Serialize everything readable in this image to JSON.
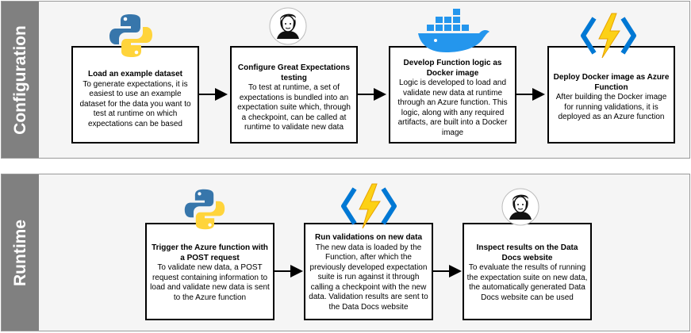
{
  "lanes": {
    "configuration": "Configuration",
    "runtime": "Runtime"
  },
  "configuration_steps": [
    {
      "title": "Load an example dataset",
      "desc": "To generate expectations, it is easiest to use an example dataset for the data you want to test at runtime on which expectations can be based",
      "icon": "python-icon"
    },
    {
      "title": "Configure Great Expectations testing",
      "desc": "To test at runtime, a set of expectations is bundled into an expectation suite which, through a checkpoint, can be called at runtime to validate new data",
      "icon": "great-expectations-icon"
    },
    {
      "title": "Develop Function logic as Docker image",
      "desc": "Logic is developed to load and validate new data at runtime through an Azure function. This logic, along with any required artifacts, are built into a Docker image",
      "icon": "docker-icon"
    },
    {
      "title": "Deploy Docker image as Azure Function",
      "desc": "After building the Docker image for running validations, it is deployed as an Azure function",
      "icon": "azure-functions-icon"
    }
  ],
  "runtime_steps": [
    {
      "title": "Trigger the Azure function with a POST request",
      "desc": "To validate new data, a POST request containing information to load and validate new data is sent to the Azure function",
      "icon": "python-icon"
    },
    {
      "title": "Run validations on new data",
      "desc": "The new data is loaded by the Function, after which the previously developed expectation suite is run against it through calling a checkpoint with the new data. Validation results are sent to the Data Docs website",
      "icon": "azure-functions-icon"
    },
    {
      "title": "Inspect results on the Data Docs website",
      "desc": "To evaluate the results of running the expectation suite on new data, the automatically generated Data Docs website can be used",
      "icon": "great-expectations-icon"
    }
  ],
  "colors": {
    "lane_tab": "#808080",
    "lane_bg": "#f5f5f5",
    "python_blue": "#3776ab",
    "python_yellow": "#ffd43b",
    "docker_blue": "#2496ed",
    "azure_blue": "#0078d4",
    "azure_yellow": "#fcd116"
  }
}
